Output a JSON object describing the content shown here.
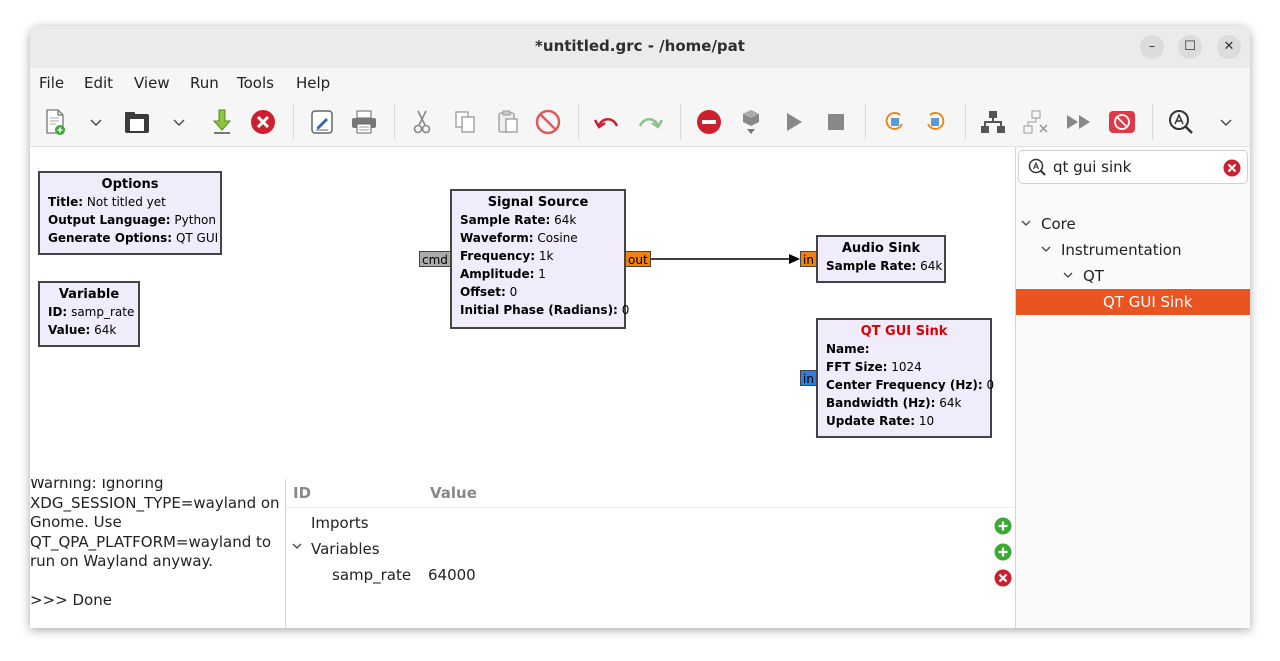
{
  "window": {
    "title": "*untitled.grc - /home/pat"
  },
  "window_controls": {
    "minimize": "–",
    "maximize": "☐",
    "close": "✕"
  },
  "menu": [
    "File",
    "Edit",
    "View",
    "Run",
    "Tools",
    "Help"
  ],
  "toolbar": {
    "icons": [
      "new-file-icon",
      "dropdown-icon",
      "open-icon",
      "dropdown-icon",
      "save-icon",
      "close-flowgraph-icon",
      "properties-icon",
      "print-icon",
      "cut-icon",
      "copy-icon",
      "paste-icon",
      "delete-icon",
      "undo-icon",
      "redo-icon",
      "disable-icon",
      "generate-icon",
      "execute-icon",
      "stop-icon",
      "rotate-ccw-icon",
      "rotate-cw-icon",
      "bypass-icon",
      "unbypass-icon",
      "skip-icon",
      "kill-icon",
      "find-icon",
      "more-icon"
    ]
  },
  "blocks": {
    "options": {
      "title": "Options",
      "rows": [
        {
          "key": "Title:",
          "value": "Not titled yet"
        },
        {
          "key": "Output Language:",
          "value": "Python"
        },
        {
          "key": "Generate Options:",
          "value": "QT GUI"
        }
      ]
    },
    "variable": {
      "title": "Variable",
      "rows": [
        {
          "key": "ID:",
          "value": "samp_rate"
        },
        {
          "key": "Value:",
          "value": "64k"
        }
      ]
    },
    "signal_source": {
      "title": "Signal Source",
      "rows": [
        {
          "key": "Sample Rate:",
          "value": "64k"
        },
        {
          "key": "Waveform:",
          "value": "Cosine"
        },
        {
          "key": "Frequency:",
          "value": "1k"
        },
        {
          "key": "Amplitude:",
          "value": "1"
        },
        {
          "key": "Offset:",
          "value": "0"
        },
        {
          "key": "Initial Phase (Radians):",
          "value": "0"
        }
      ],
      "port_in": "cmd",
      "port_out": "out"
    },
    "audio_sink": {
      "title": "Audio Sink",
      "rows": [
        {
          "key": "Sample Rate:",
          "value": "64k"
        }
      ],
      "port_in": "in"
    },
    "qt_gui_sink": {
      "title": "QT GUI Sink",
      "rows": [
        {
          "key": "Name:",
          "value": ""
        },
        {
          "key": "FFT Size:",
          "value": "1024"
        },
        {
          "key": "Center Frequency (Hz):",
          "value": "0"
        },
        {
          "key": "Bandwidth (Hz):",
          "value": "64k"
        },
        {
          "key": "Update Rate:",
          "value": "10"
        }
      ],
      "port_in": "in"
    }
  },
  "console": {
    "text": "Warning: Ignoring XDG_SESSION_TYPE=wayland on Gnome. Use QT_QPA_PLATFORM=wayland to run on Wayland anyway.\n\n>>> Done"
  },
  "variables_panel": {
    "headers": {
      "id": "ID",
      "value": "Value"
    },
    "imports_label": "Imports",
    "variables_label": "Variables",
    "row": {
      "id": "samp_rate",
      "value": "64000"
    }
  },
  "block_library": {
    "search_value": "qt gui sink",
    "tree": {
      "core": "Core",
      "instrumentation": "Instrumentation",
      "qt": "QT",
      "selected": "QT GUI Sink"
    }
  },
  "colors": {
    "block_fill": "#f0ecfc",
    "port_orange": "#f08010",
    "port_blue": "#2a7de1",
    "port_grey": "#aaaaaa",
    "selection": "#e95420",
    "red_title": "#dd0000",
    "add_green": "#3aaa35",
    "remove_red": "#cc1f2f"
  }
}
